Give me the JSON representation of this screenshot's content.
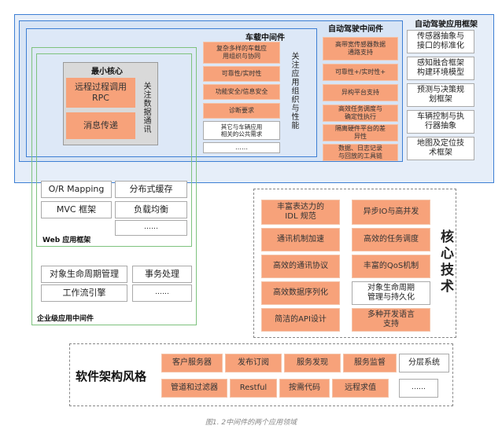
{
  "frames": {
    "app_framework": {
      "title": "自动驾驶应用框架"
    },
    "autodrive_mw": {
      "title": "自动驾驶中间件"
    },
    "vehicle_mw": {
      "title": "车载中间件",
      "side_label": "关注应用组织与性能"
    },
    "web_framework": {
      "title": "Web 应用框架"
    },
    "enterprise_mw": {
      "title": "企业级应用中间件"
    },
    "min_core": {
      "title": "最小核心",
      "side_label": "关注数据通讯"
    },
    "core_tech": {
      "title": "核心技术"
    },
    "arch_style": {
      "title": "软件架构风格"
    }
  },
  "min_core": {
    "items": [
      "远程过程调用\nRPC",
      "消息传递"
    ]
  },
  "app_framework": {
    "items": [
      "传感器抽象与\n接口的标准化",
      "感知融合框架\n构建环境模型",
      "预测与决策规\n划框架",
      "车辆控制与执\n行器抽象",
      "地图及定位技\n术框架"
    ]
  },
  "autodrive_mw": {
    "items": [
      "高带宽传感器数据\n通路支持",
      "可靠性+/实时性+",
      "异构平台支持",
      "高效任务调度与\n确定性执行",
      "隔离硬件平台的差\n异性",
      "数据、日志记录\n与回放的工具链"
    ]
  },
  "vehicle_mw": {
    "items": [
      "复杂多样的车载应\n用组织与协同",
      "可靠性/实时性",
      "功能安全/信息安全",
      "诊断要求",
      "其它与车辆应用\n相关的公共需求",
      "……"
    ]
  },
  "web_framework": {
    "items": [
      "O/R Mapping",
      "分布式缓存",
      "MVC 框架",
      "负载均衡",
      "……"
    ]
  },
  "enterprise_mw": {
    "items": [
      "对象生命周期管理",
      "事务处理",
      "工作流引擎",
      "……"
    ]
  },
  "core_tech": {
    "items": [
      "丰富表达力的\nIDL 规范",
      "异步IO与高并发",
      "通讯机制加速",
      "高效的任务调度",
      "高效的通讯协议",
      "丰富的QoS机制",
      "高效数据序列化",
      "对象生命周期\n管理与持久化",
      "简洁的API设计",
      "多种开发语言\n支持"
    ]
  },
  "arch_style": {
    "items": [
      "客户服务器",
      "发布订阅",
      "服务发现",
      "服务监督",
      "分层系统",
      "管道和过滤器",
      "Restful",
      "按需代码",
      "远程求值",
      "……"
    ]
  },
  "caption": "图1. 2中间件的两个应用领域",
  "colors": {
    "orange": "#f7a27a",
    "blue_frame": "#3d7fd4",
    "green_frame": "#7ec27e",
    "gray_core": "#d9d9d9",
    "blue_fill": "#dbe7f6"
  }
}
